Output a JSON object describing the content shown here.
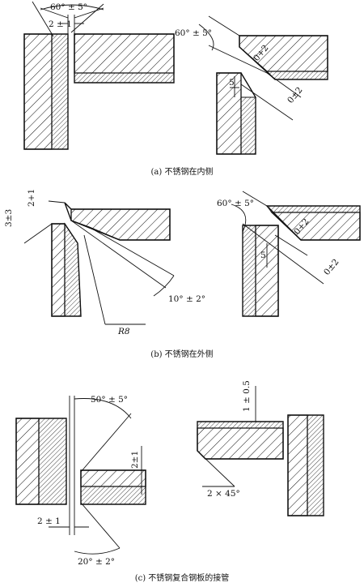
{
  "captions": {
    "a": "(a) 不锈钢在内侧",
    "b": "(b) 不锈钢在外侧",
    "c": "(c) 不锈钢复合钢板的接管"
  },
  "labels": {
    "a_angle_left": "60° ± 5°",
    "a_gap_left": "2 ± 1",
    "a_angle_right": "60° ± 5°",
    "a_root_right": "0+2",
    "a_land_right": "5",
    "a_gap_right": "0±2",
    "b_dim1": "2+1",
    "b_dim2": "3±3",
    "b_angle_10": "10° ± 2°",
    "b_radius": "R8",
    "b_angle_right": "60° ± 5°",
    "b_root_right": "0+2",
    "b_land_right": "5",
    "b_gap_right": "0±2",
    "c_angle_50": "50° ± 5°",
    "c_gap_left": "2 ± 1",
    "c_clad": "2±1",
    "c_angle_20": "20° ± 2°",
    "c_dim_top": "1 ± 0.5",
    "c_chamfer": "2 × 45°"
  },
  "colors": {
    "line": "#111111",
    "background": "#ffffff"
  }
}
